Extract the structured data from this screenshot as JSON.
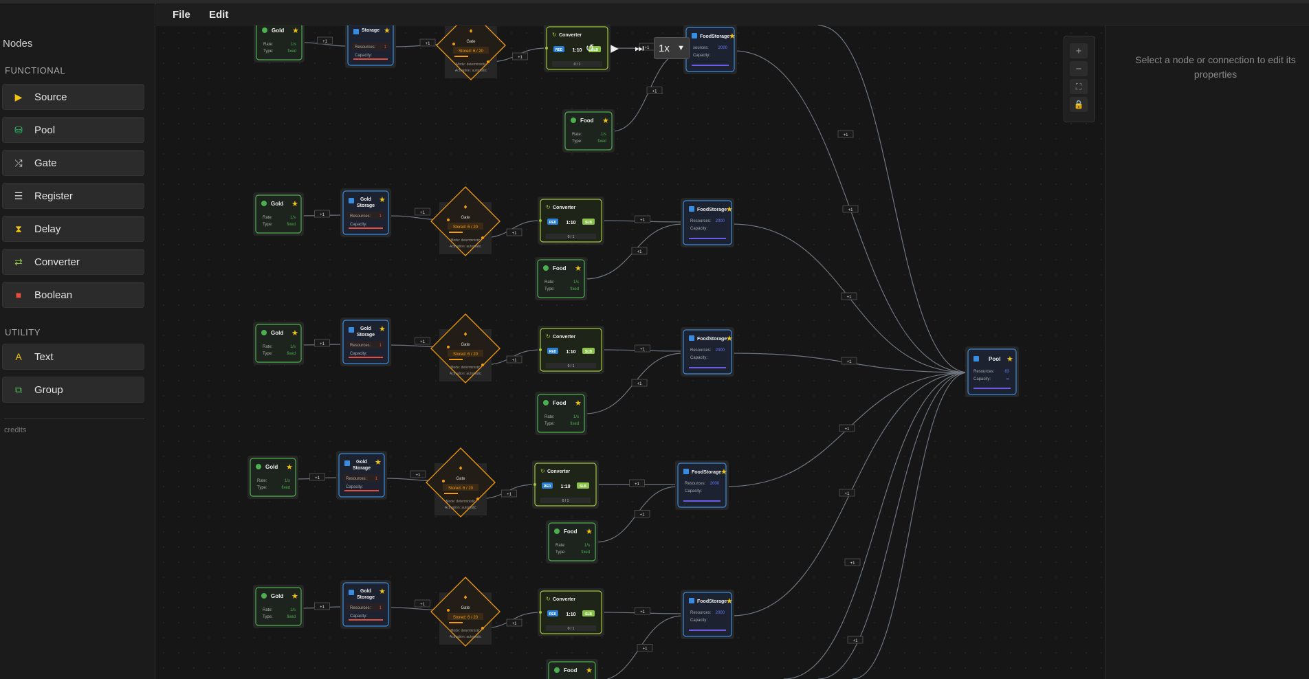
{
  "menu": {
    "file": "File",
    "edit": "Edit"
  },
  "sidebar": {
    "title": "Nodes",
    "functional_heading": "FUNCTIONAL",
    "functional": [
      {
        "label": "Source",
        "icon": "play-icon",
        "color": "#f1c40f"
      },
      {
        "label": "Pool",
        "icon": "database-icon",
        "color": "#2ecc71"
      },
      {
        "label": "Gate",
        "icon": "shuffle-icon",
        "color": "#dddddd"
      },
      {
        "label": "Register",
        "icon": "clipboard-icon",
        "color": "#dddddd"
      },
      {
        "label": "Delay",
        "icon": "hourglass-icon",
        "color": "#f1c40f"
      },
      {
        "label": "Converter",
        "icon": "swap-icon",
        "color": "#8bc34a"
      },
      {
        "label": "Boolean",
        "icon": "square-icon",
        "color": "#e74c3c"
      }
    ],
    "utility_heading": "UTILITY",
    "utility": [
      {
        "label": "Text",
        "icon": "text-icon",
        "color": "#f1c40f"
      },
      {
        "label": "Group",
        "icon": "group-icon",
        "color": "#4caf50"
      }
    ],
    "credits": "credits"
  },
  "playback": {
    "speed": "1x"
  },
  "right_panel": {
    "placeholder": "Select a node or connection to edit its properties"
  },
  "colors": {
    "source": "#4caf50",
    "storage": "#3a8dde",
    "gate": "#f39c12",
    "converter": "#a4c639",
    "pool_bar": "#6c5ce7",
    "storage_bar": "#e74c3c"
  },
  "graph": {
    "gold": {
      "title": "Gold",
      "rate_label": "Rate:",
      "rate": "1/s",
      "type_label": "Type:",
      "type": "fixed"
    },
    "food": {
      "title": "Food",
      "rate_label": "Rate:",
      "rate": "1/s",
      "type_label": "Type:",
      "type": "fixed"
    },
    "gold_storage": {
      "title1": "Gold",
      "title2": "Storage",
      "title_short": "Storage",
      "resources_label": "Resources:",
      "resources": "1",
      "capacity_label": "Capacity:"
    },
    "gate": {
      "title": "Gate",
      "stored": "Stored: 6 / 20",
      "mode": "Mode: deterministic",
      "activation": "Activation: automatic"
    },
    "converter": {
      "title": "Converter",
      "in": "RED",
      "ratio": "1:10",
      "out": "SLB",
      "count": "0 / 1"
    },
    "food_storage": {
      "title": "FoodStorage",
      "resources_label": "Resources:",
      "resources": "2000",
      "resources_short": "sources:",
      "capacity_label": "Capacity:"
    },
    "pool": {
      "title": "Pool",
      "resources_label": "Resources:",
      "resources": "83",
      "capacity_label": "Capacity:",
      "capacity": "∞"
    },
    "edge_label": "+1"
  }
}
